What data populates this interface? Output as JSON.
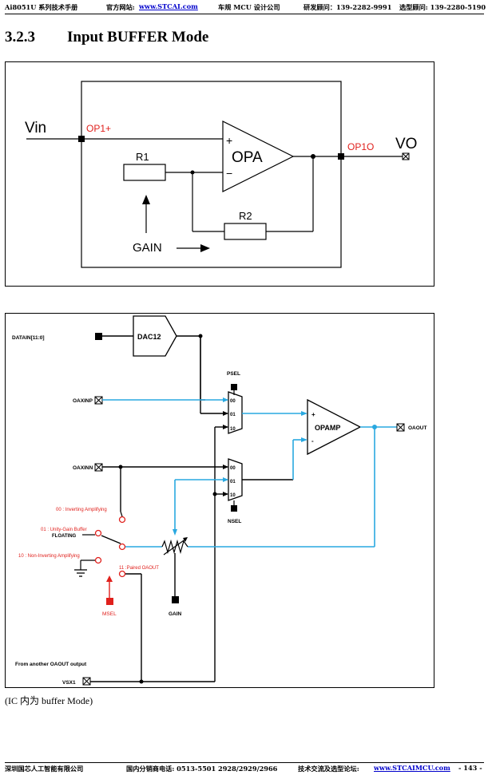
{
  "header": {
    "manual": "Ai8051U 系列技术手册",
    "site_label": "官方网站:",
    "site_link": "www.STCAI.com",
    "company": "车规 MCU 设计公司",
    "rd_contact": "研发顾问：139-2282-9991",
    "sel_contact": "选型顾问: 139-2280-5190"
  },
  "section": {
    "number": "3.2.3",
    "title": "Input BUFFER Mode"
  },
  "figure1": {
    "vin": "Vin",
    "op1p": "OP1+",
    "plus": "+",
    "minus": "−",
    "opa": "OPA",
    "r1": "R1",
    "r2": "R2",
    "gain": "GAIN",
    "op1o": "OP1O",
    "vo": "VO"
  },
  "figure2": {
    "datain": "DATAIN[11:0]",
    "dac": "DAC12",
    "psel": "PSEL",
    "oaxinp": "OAXINP",
    "oaxinn": "OAXINN",
    "mux_00": "00",
    "mux_01": "01",
    "mux_10": "10",
    "nsel": "NSEL",
    "opamp": "OPAMP",
    "plus": "+",
    "minus": "-",
    "oaout": "OAOUT",
    "m00": "00 : Inverting Amplifying",
    "m01": "01 : Unity-Gain Buffer",
    "floating": "FLOATING",
    "m10": "10 : Non-Inverting Amplifying",
    "m11": "11 :Paired OAOUT",
    "msel": "MSEL",
    "gain": "GAIN",
    "from_another": "From another OAOUT output",
    "vsx1": "VSX1",
    "colors": {
      "signal": "#29a8e0",
      "mode": "#e0201c",
      "wire": "#000000"
    }
  },
  "caption": "(IC 内为  buffer Mode)",
  "footer": {
    "company": "深圳国芯人工智能有限公司",
    "phone": "国内分销商电话: 0513-5501 2928/2929/2966",
    "forum_label": "技术交流及选型论坛:",
    "forum_link": "www.STCAIMCU.com",
    "page": "- 143 -"
  }
}
